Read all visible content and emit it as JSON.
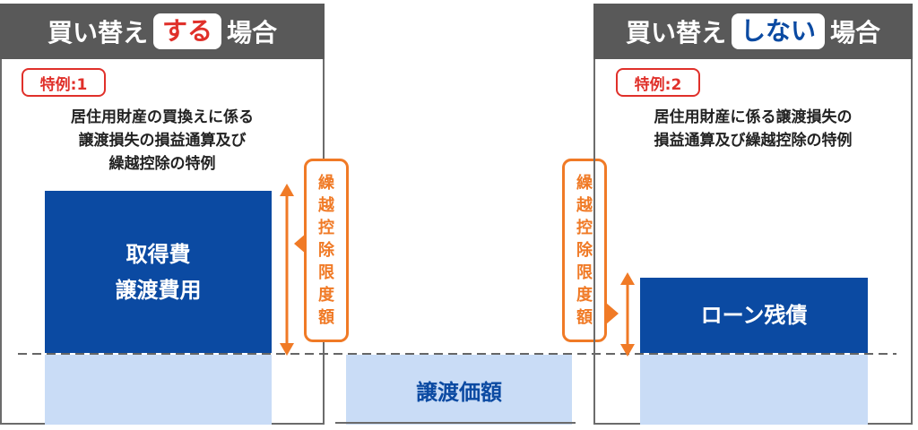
{
  "left_panel": {
    "header_prefix": "買い替え",
    "header_highlight": "する",
    "header_suffix": "場合",
    "badge": "特例:1",
    "description_lines": [
      "居住用財産の買換えに係る",
      "譲渡損失の損益通算及び",
      "繰越控除の特例"
    ],
    "block_label_lines": [
      "取得費",
      "譲渡費用"
    ]
  },
  "right_panel": {
    "header_prefix": "買い替え",
    "header_highlight": "しない",
    "header_suffix": "場合",
    "badge": "特例:2",
    "description_lines": [
      "居住用財産に係る譲渡損失の",
      "損益通算及び繰越控除の特例"
    ],
    "block_label": "ローン残債"
  },
  "limit_label_chars": [
    "繰",
    "越",
    "控",
    "除",
    "限",
    "度",
    "額"
  ],
  "center_block_label": "譲渡価額",
  "colors": {
    "header_bg": "#595959",
    "accent_red": "#e0302a",
    "accent_blue": "#0b4aa2",
    "light_blue": "#c9dcf6",
    "accent_orange": "#f07a26"
  }
}
